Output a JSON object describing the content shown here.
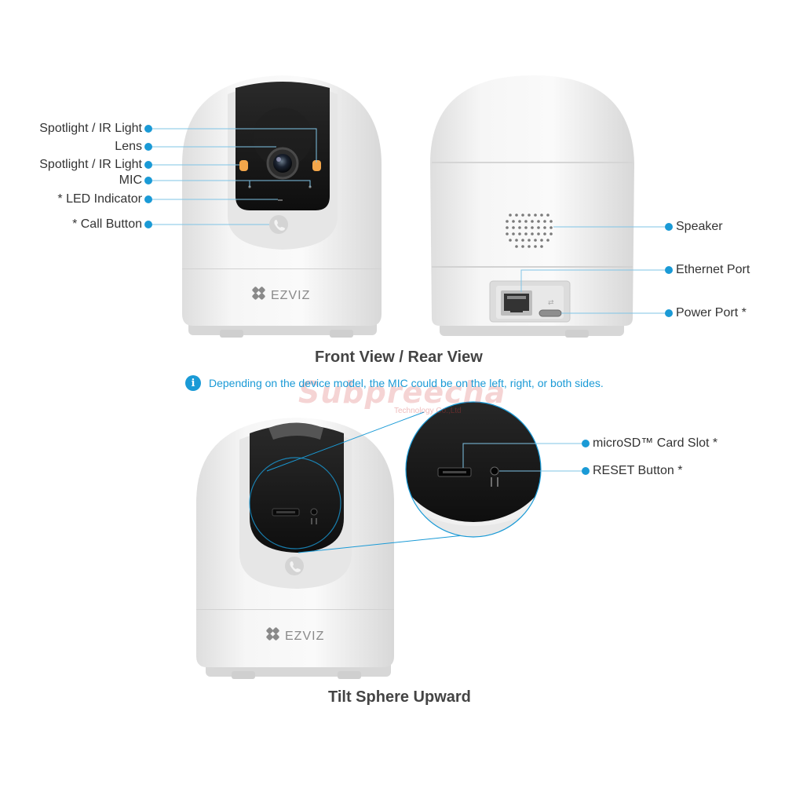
{
  "labels": {
    "front": [
      {
        "id": "spotlight-top",
        "text": "Spotlight / IR Light"
      },
      {
        "id": "lens",
        "text": "Lens"
      },
      {
        "id": "spotlight-bottom",
        "text": "Spotlight / IR Light"
      },
      {
        "id": "mic",
        "text": "MIC"
      },
      {
        "id": "led",
        "text": "* LED Indicator"
      },
      {
        "id": "call",
        "text": "* Call Button"
      }
    ],
    "rear": [
      {
        "id": "speaker",
        "text": "Speaker"
      },
      {
        "id": "ethernet",
        "text": "Ethernet Port"
      },
      {
        "id": "power",
        "text": "Power Port *"
      }
    ],
    "tilt": [
      {
        "id": "microsd",
        "text": "microSD™ Card Slot *"
      },
      {
        "id": "reset",
        "text": "RESET Button *"
      }
    ]
  },
  "captions": {
    "front_rear": "Front View / Rear View",
    "tilt": "Tilt Sphere Upward"
  },
  "note": {
    "icon": "i",
    "text": "Depending on the device model, the MIC could be on the left, right, or both sides."
  },
  "brand": {
    "logo_text_front": "EZVIZ",
    "logo_text_tilt": "EZVIZ"
  },
  "watermark": {
    "name": "Subpreecha",
    "sub": "Technology Co.,Ltd"
  },
  "colors": {
    "accent": "#1a9ad6",
    "leader": "#7fc4e6",
    "body": "#f0f0f0",
    "dark_panel": "#1b1b1b"
  }
}
